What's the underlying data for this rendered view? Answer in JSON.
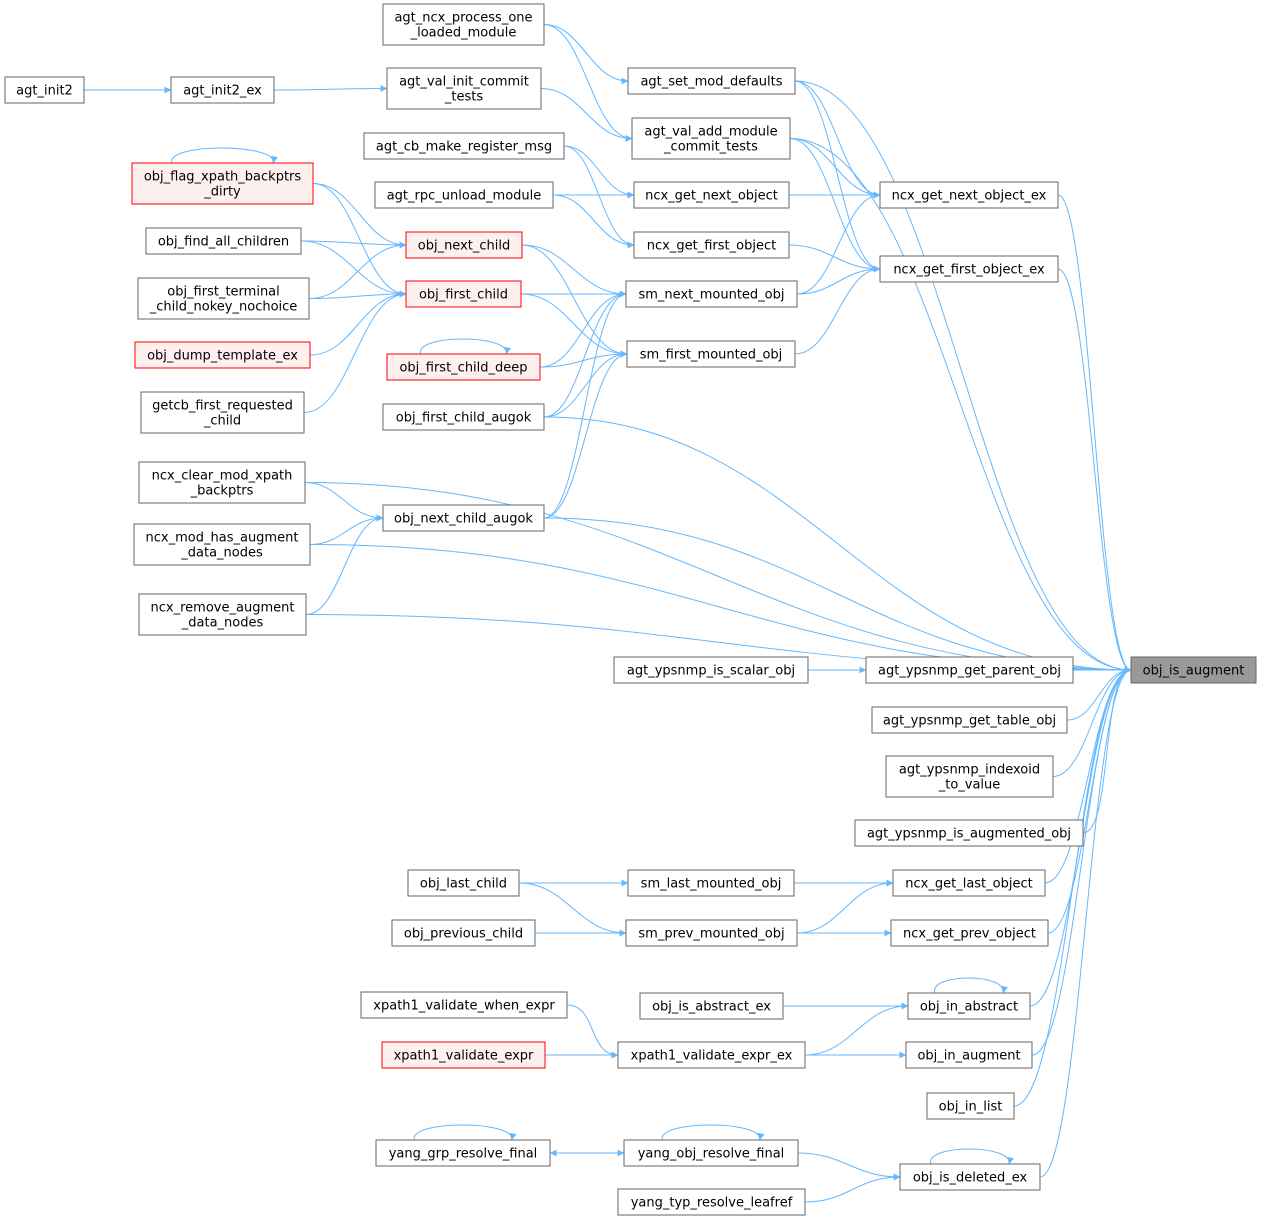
{
  "diagram": {
    "colors": {
      "edge": "#63b8ff",
      "node_border": "#666666",
      "node_fill": "#ffffff",
      "truncated_border": "#ff0000",
      "truncated_fill": "#fff0f0",
      "root_fill": "#999999",
      "text": "#000000"
    },
    "nodes": [
      {
        "id": "obj_is_augment",
        "lines": [
          "obj_is_augment"
        ],
        "style": "root"
      },
      {
        "id": "agt_ncx_process_one_loaded_module",
        "lines": [
          "agt_ncx_process_one",
          "_loaded_module"
        ],
        "style": "normal"
      },
      {
        "id": "agt_set_mod_defaults",
        "lines": [
          "agt_set_mod_defaults"
        ],
        "style": "normal"
      },
      {
        "id": "agt_init2",
        "lines": [
          "agt_init2"
        ],
        "style": "normal"
      },
      {
        "id": "agt_init2_ex",
        "lines": [
          "agt_init2_ex"
        ],
        "style": "normal"
      },
      {
        "id": "agt_val_init_commit_tests",
        "lines": [
          "agt_val_init_commit",
          "_tests"
        ],
        "style": "normal"
      },
      {
        "id": "agt_val_add_module_commit_tests",
        "lines": [
          "agt_val_add_module",
          "_commit_tests"
        ],
        "style": "normal"
      },
      {
        "id": "agt_cb_make_register_msg",
        "lines": [
          "agt_cb_make_register_msg"
        ],
        "style": "normal"
      },
      {
        "id": "obj_flag_xpath_backptrs_dirty",
        "lines": [
          "obj_flag_xpath_backptrs",
          "_dirty"
        ],
        "style": "truncated"
      },
      {
        "id": "agt_rpc_unload_module",
        "lines": [
          "agt_rpc_unload_module"
        ],
        "style": "normal"
      },
      {
        "id": "ncx_get_next_object",
        "lines": [
          "ncx_get_next_object"
        ],
        "style": "normal"
      },
      {
        "id": "ncx_get_next_object_ex",
        "lines": [
          "ncx_get_next_object_ex"
        ],
        "style": "normal"
      },
      {
        "id": "obj_find_all_children",
        "lines": [
          "obj_find_all_children"
        ],
        "style": "normal"
      },
      {
        "id": "obj_next_child",
        "lines": [
          "obj_next_child"
        ],
        "style": "truncated"
      },
      {
        "id": "ncx_get_first_object",
        "lines": [
          "ncx_get_first_object"
        ],
        "style": "normal"
      },
      {
        "id": "ncx_get_first_object_ex",
        "lines": [
          "ncx_get_first_object_ex"
        ],
        "style": "normal"
      },
      {
        "id": "obj_first_terminal_child_nokey_nochoice",
        "lines": [
          "obj_first_terminal",
          "_child_nokey_nochoice"
        ],
        "style": "normal"
      },
      {
        "id": "obj_first_child",
        "lines": [
          "obj_first_child"
        ],
        "style": "truncated"
      },
      {
        "id": "sm_next_mounted_obj",
        "lines": [
          "sm_next_mounted_obj"
        ],
        "style": "normal"
      },
      {
        "id": "obj_dump_template_ex",
        "lines": [
          "obj_dump_template_ex"
        ],
        "style": "truncated"
      },
      {
        "id": "sm_first_mounted_obj",
        "lines": [
          "sm_first_mounted_obj"
        ],
        "style": "normal"
      },
      {
        "id": "obj_first_child_deep",
        "lines": [
          "obj_first_child_deep"
        ],
        "style": "truncated"
      },
      {
        "id": "getcb_first_requested_child",
        "lines": [
          "getcb_first_requested",
          "_child"
        ],
        "style": "normal"
      },
      {
        "id": "obj_first_child_augok",
        "lines": [
          "obj_first_child_augok"
        ],
        "style": "normal"
      },
      {
        "id": "ncx_clear_mod_xpath_backptrs",
        "lines": [
          "ncx_clear_mod_xpath",
          "_backptrs"
        ],
        "style": "normal"
      },
      {
        "id": "obj_next_child_augok",
        "lines": [
          "obj_next_child_augok"
        ],
        "style": "normal"
      },
      {
        "id": "ncx_mod_has_augment_data_nodes",
        "lines": [
          "ncx_mod_has_augment",
          "_data_nodes"
        ],
        "style": "normal"
      },
      {
        "id": "ncx_remove_augment_data_nodes",
        "lines": [
          "ncx_remove_augment",
          "_data_nodes"
        ],
        "style": "normal"
      },
      {
        "id": "agt_ypsnmp_is_scalar_obj",
        "lines": [
          "agt_ypsnmp_is_scalar_obj"
        ],
        "style": "normal"
      },
      {
        "id": "agt_ypsnmp_get_parent_obj",
        "lines": [
          "agt_ypsnmp_get_parent_obj"
        ],
        "style": "normal"
      },
      {
        "id": "agt_ypsnmp_get_table_obj",
        "lines": [
          "agt_ypsnmp_get_table_obj"
        ],
        "style": "normal"
      },
      {
        "id": "agt_ypsnmp_indexoid_to_value",
        "lines": [
          "agt_ypsnmp_indexoid",
          "_to_value"
        ],
        "style": "normal"
      },
      {
        "id": "agt_ypsnmp_is_augmented_obj",
        "lines": [
          "agt_ypsnmp_is_augmented_obj"
        ],
        "style": "normal"
      },
      {
        "id": "obj_last_child",
        "lines": [
          "obj_last_child"
        ],
        "style": "normal"
      },
      {
        "id": "sm_last_mounted_obj",
        "lines": [
          "sm_last_mounted_obj"
        ],
        "style": "normal"
      },
      {
        "id": "ncx_get_last_object",
        "lines": [
          "ncx_get_last_object"
        ],
        "style": "normal"
      },
      {
        "id": "obj_previous_child",
        "lines": [
          "obj_previous_child"
        ],
        "style": "normal"
      },
      {
        "id": "sm_prev_mounted_obj",
        "lines": [
          "sm_prev_mounted_obj"
        ],
        "style": "normal"
      },
      {
        "id": "ncx_get_prev_object",
        "lines": [
          "ncx_get_prev_object"
        ],
        "style": "normal"
      },
      {
        "id": "xpath1_validate_when_expr",
        "lines": [
          "xpath1_validate_when_expr"
        ],
        "style": "normal"
      },
      {
        "id": "obj_is_abstract_ex",
        "lines": [
          "obj_is_abstract_ex"
        ],
        "style": "normal"
      },
      {
        "id": "obj_in_abstract",
        "lines": [
          "obj_in_abstract"
        ],
        "style": "normal"
      },
      {
        "id": "xpath1_validate_expr",
        "lines": [
          "xpath1_validate_expr"
        ],
        "style": "truncated"
      },
      {
        "id": "xpath1_validate_expr_ex",
        "lines": [
          "xpath1_validate_expr_ex"
        ],
        "style": "normal"
      },
      {
        "id": "obj_in_augment",
        "lines": [
          "obj_in_augment"
        ],
        "style": "normal"
      },
      {
        "id": "obj_in_list",
        "lines": [
          "obj_in_list"
        ],
        "style": "normal"
      },
      {
        "id": "yang_grp_resolve_final",
        "lines": [
          "yang_grp_resolve_final"
        ],
        "style": "normal"
      },
      {
        "id": "yang_obj_resolve_final",
        "lines": [
          "yang_obj_resolve_final"
        ],
        "style": "normal"
      },
      {
        "id": "obj_is_deleted_ex",
        "lines": [
          "obj_is_deleted_ex"
        ],
        "style": "normal"
      },
      {
        "id": "yang_typ_resolve_leafref",
        "lines": [
          "yang_typ_resolve_leafref"
        ],
        "style": "normal"
      }
    ],
    "edges": [
      [
        "agt_ncx_process_one_loaded_module",
        "agt_set_mod_defaults"
      ],
      [
        "agt_ncx_process_one_loaded_module",
        "agt_val_add_module_commit_tests"
      ],
      [
        "agt_set_mod_defaults",
        "obj_is_augment"
      ],
      [
        "agt_set_mod_defaults",
        "ncx_get_next_object_ex"
      ],
      [
        "agt_set_mod_defaults",
        "ncx_get_first_object_ex"
      ],
      [
        "agt_init2",
        "agt_init2_ex"
      ],
      [
        "agt_init2_ex",
        "agt_val_init_commit_tests"
      ],
      [
        "agt_val_init_commit_tests",
        "agt_val_add_module_commit_tests"
      ],
      [
        "agt_val_add_module_commit_tests",
        "obj_is_augment"
      ],
      [
        "agt_val_add_module_commit_tests",
        "ncx_get_next_object_ex"
      ],
      [
        "agt_val_add_module_commit_tests",
        "ncx_get_first_object_ex"
      ],
      [
        "agt_cb_make_register_msg",
        "ncx_get_next_object"
      ],
      [
        "agt_cb_make_register_msg",
        "ncx_get_first_object"
      ],
      [
        "agt_rpc_unload_module",
        "ncx_get_next_object"
      ],
      [
        "agt_rpc_unload_module",
        "ncx_get_first_object"
      ],
      [
        "ncx_get_next_object",
        "ncx_get_next_object_ex"
      ],
      [
        "ncx_get_first_object",
        "ncx_get_first_object_ex"
      ],
      [
        "ncx_get_next_object_ex",
        "obj_is_augment"
      ],
      [
        "ncx_get_first_object_ex",
        "obj_is_augment"
      ],
      [
        "obj_flag_xpath_backptrs_dirty",
        "obj_flag_xpath_backptrs_dirty"
      ],
      [
        "obj_flag_xpath_backptrs_dirty",
        "obj_next_child"
      ],
      [
        "obj_flag_xpath_backptrs_dirty",
        "obj_first_child"
      ],
      [
        "obj_find_all_children",
        "obj_next_child"
      ],
      [
        "obj_find_all_children",
        "obj_first_child"
      ],
      [
        "obj_first_terminal_child_nokey_nochoice",
        "obj_next_child"
      ],
      [
        "obj_first_terminal_child_nokey_nochoice",
        "obj_first_child"
      ],
      [
        "obj_dump_template_ex",
        "obj_first_child"
      ],
      [
        "getcb_first_requested_child",
        "obj_first_child"
      ],
      [
        "obj_next_child",
        "sm_next_mounted_obj"
      ],
      [
        "obj_next_child",
        "sm_first_mounted_obj"
      ],
      [
        "obj_first_child",
        "sm_next_mounted_obj"
      ],
      [
        "obj_first_child",
        "sm_first_mounted_obj"
      ],
      [
        "obj_first_child_deep",
        "obj_first_child_deep"
      ],
      [
        "obj_first_child_deep",
        "sm_next_mounted_obj"
      ],
      [
        "obj_first_child_deep",
        "sm_first_mounted_obj"
      ],
      [
        "obj_first_child_augok",
        "sm_next_mounted_obj"
      ],
      [
        "obj_first_child_augok",
        "sm_first_mounted_obj"
      ],
      [
        "obj_first_child_augok",
        "obj_is_augment"
      ],
      [
        "sm_next_mounted_obj",
        "ncx_get_next_object_ex"
      ],
      [
        "sm_next_mounted_obj",
        "ncx_get_first_object_ex"
      ],
      [
        "sm_first_mounted_obj",
        "ncx_get_first_object_ex"
      ],
      [
        "ncx_clear_mod_xpath_backptrs",
        "obj_next_child_augok"
      ],
      [
        "ncx_clear_mod_xpath_backptrs",
        "obj_is_augment"
      ],
      [
        "ncx_mod_has_augment_data_nodes",
        "obj_next_child_augok"
      ],
      [
        "ncx_mod_has_augment_data_nodes",
        "obj_is_augment"
      ],
      [
        "ncx_remove_augment_data_nodes",
        "obj_next_child_augok"
      ],
      [
        "ncx_remove_augment_data_nodes",
        "obj_is_augment"
      ],
      [
        "obj_next_child_augok",
        "sm_next_mounted_obj"
      ],
      [
        "obj_next_child_augok",
        "sm_first_mounted_obj"
      ],
      [
        "obj_next_child_augok",
        "obj_is_augment"
      ],
      [
        "agt_ypsnmp_is_scalar_obj",
        "agt_ypsnmp_get_parent_obj"
      ],
      [
        "agt_ypsnmp_get_parent_obj",
        "obj_is_augment"
      ],
      [
        "agt_ypsnmp_get_table_obj",
        "obj_is_augment"
      ],
      [
        "agt_ypsnmp_indexoid_to_value",
        "obj_is_augment"
      ],
      [
        "agt_ypsnmp_is_augmented_obj",
        "obj_is_augment"
      ],
      [
        "obj_last_child",
        "sm_last_mounted_obj"
      ],
      [
        "obj_last_child",
        "sm_prev_mounted_obj"
      ],
      [
        "obj_previous_child",
        "sm_prev_mounted_obj"
      ],
      [
        "sm_last_mounted_obj",
        "ncx_get_last_object"
      ],
      [
        "sm_prev_mounted_obj",
        "ncx_get_last_object"
      ],
      [
        "sm_prev_mounted_obj",
        "ncx_get_prev_object"
      ],
      [
        "ncx_get_last_object",
        "obj_is_augment"
      ],
      [
        "ncx_get_prev_object",
        "obj_is_augment"
      ],
      [
        "obj_is_abstract_ex",
        "obj_in_abstract"
      ],
      [
        "xpath1_validate_when_expr",
        "xpath1_validate_expr_ex"
      ],
      [
        "xpath1_validate_expr",
        "xpath1_validate_expr_ex"
      ],
      [
        "xpath1_validate_expr_ex",
        "obj_in_abstract"
      ],
      [
        "xpath1_validate_expr_ex",
        "obj_in_augment"
      ],
      [
        "obj_in_abstract",
        "obj_in_abstract"
      ],
      [
        "obj_in_abstract",
        "obj_is_augment"
      ],
      [
        "obj_in_augment",
        "obj_is_augment"
      ],
      [
        "obj_in_list",
        "obj_is_augment"
      ],
      [
        "yang_grp_resolve_final",
        "yang_grp_resolve_final"
      ],
      [
        "yang_grp_resolve_final",
        "yang_obj_resolve_final"
      ],
      [
        "yang_obj_resolve_final",
        "yang_obj_resolve_final"
      ],
      [
        "yang_obj_resolve_final",
        "yang_grp_resolve_final"
      ],
      [
        "yang_obj_resolve_final",
        "obj_is_deleted_ex"
      ],
      [
        "yang_typ_resolve_leafref",
        "obj_is_deleted_ex"
      ],
      [
        "obj_is_deleted_ex",
        "obj_is_deleted_ex"
      ],
      [
        "obj_is_deleted_ex",
        "obj_is_augment"
      ]
    ]
  }
}
